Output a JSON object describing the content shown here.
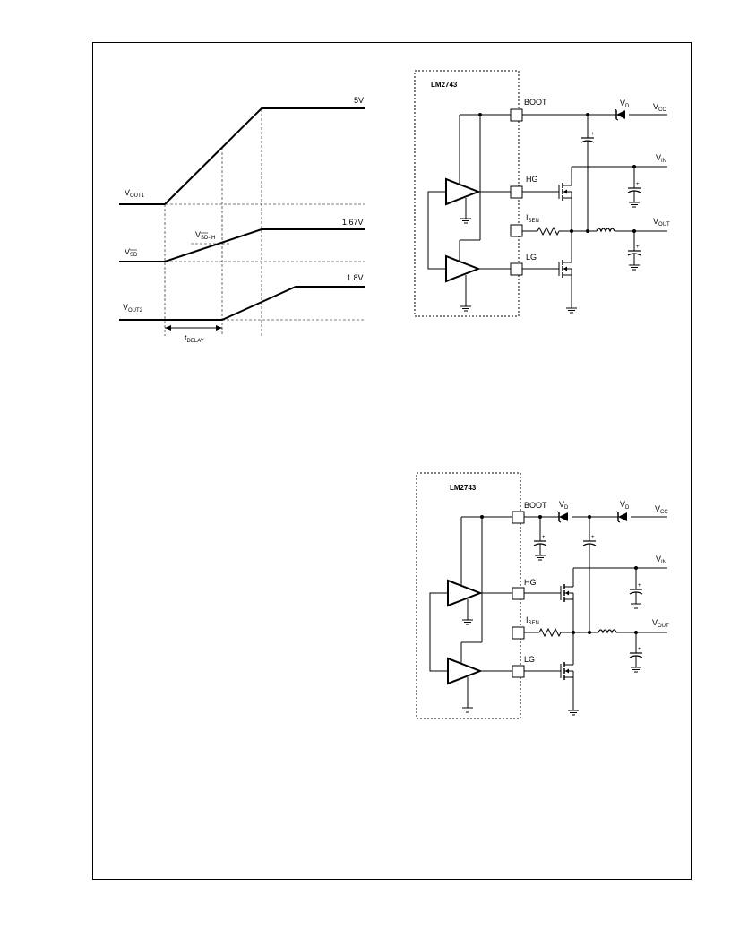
{
  "timing": {
    "vout1_label": "V",
    "vout1_sub": "OUT1",
    "vsd_label": "V",
    "vsd_sub": "SD",
    "vsdih_label": "V",
    "vsdih_sub": "SD-IH",
    "vout2_label": "V",
    "vout2_sub": "OUT2",
    "tdelay_label": "t",
    "tdelay_sub": "DELAY",
    "level_5v": "5V",
    "level_167v": "1.67V",
    "level_18v": "1.8V"
  },
  "circuit1": {
    "chip_label": "LM2743",
    "boot_label": "BOOT",
    "hg_label": "HG",
    "isen_label": "I",
    "isen_sub": "SEN",
    "lg_label": "LG",
    "vd_label": "V",
    "vd_sub": "D",
    "vcc_label": "V",
    "vcc_sub": "CC",
    "vin_label": "V",
    "vin_sub": "IN",
    "vout_label": "V",
    "vout_sub": "OUT"
  },
  "circuit2": {
    "chip_label": "LM2743",
    "boot_label": "BOOT",
    "hg_label": "HG",
    "isen_label": "I",
    "isen_sub": "SEN",
    "lg_label": "LG",
    "vd1_label": "V",
    "vd1_sub": "D",
    "vd2_label": "V",
    "vd2_sub": "D",
    "vcc_label": "V",
    "vcc_sub": "CC",
    "vin_label": "V",
    "vin_sub": "IN",
    "vout_label": "V",
    "vout_sub": "OUT"
  },
  "plus_sign": "+"
}
